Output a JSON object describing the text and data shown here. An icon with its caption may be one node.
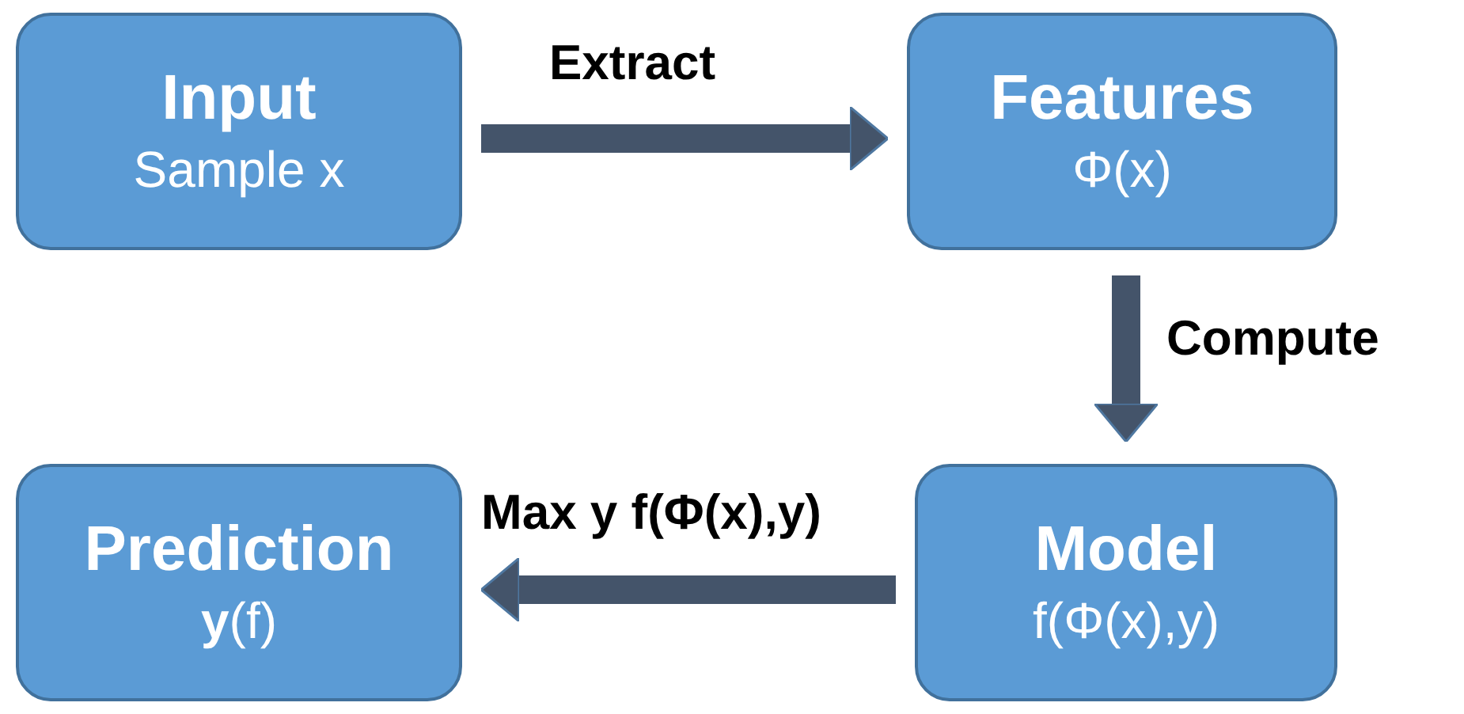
{
  "diagram": {
    "nodes": [
      {
        "text": [
          "Input",
          "Sample x"
        ]
      },
      {
        "text": [
          "Features",
          "Φ(x)"
        ]
      },
      {
        "text": [
          "Model",
          "f(Φ(x),y)"
        ]
      },
      {
        "text": [
          "Prediction",
          "**y**(f)"
        ]
      }
    ],
    "edges": [
      {
        "from": 0,
        "to": 1,
        "arrow": "to",
        "label": "Extract"
      },
      {
        "from": 1,
        "to": 2,
        "arrow": "to",
        "label": "Compute"
      },
      {
        "from": 2,
        "to": 3,
        "arrow": "to",
        "label": "Max y f(Φ(x),y)"
      }
    ]
  }
}
